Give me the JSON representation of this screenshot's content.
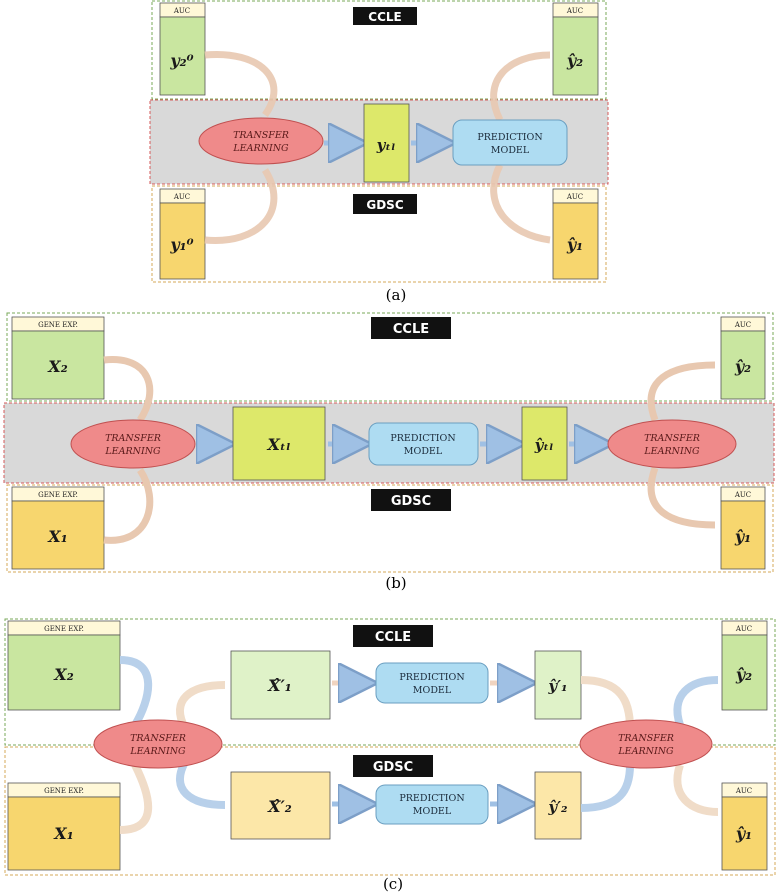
{
  "colors": {
    "green_box": "#c9e6a0",
    "green_light": "#dff2c8",
    "yellow_box": "#f7d66e",
    "yellow_light": "#fce7a8",
    "lime_box": "#dde86a",
    "band_gray": "#d9d9d9",
    "ellipse_red": "#ef8a8a",
    "pm_blue": "#aedcf2",
    "arrow_blue": "#9fc0e4",
    "tag_black": "#111111",
    "border_green": "#7aa85a",
    "border_orange": "#d6a85a",
    "border_red": "#d55a5a"
  },
  "labels": {
    "ccle": "CCLE",
    "gdsc": "GDSC",
    "auc": "AUC",
    "gene_exp": "GENE EXP.",
    "tl_line1": "TRANSFER",
    "tl_line2": "LEARNING",
    "pm_line1": "PREDICTION",
    "pm_line2": "MODEL"
  },
  "panel_a": {
    "caption": "(a)",
    "y2_0": "𝒚₂⁰",
    "y1_0": "𝒚₁⁰",
    "y_tl": "𝒚ₜₗ",
    "y2_hat": "ŷ₂",
    "y1_hat": "ŷ₁"
  },
  "panel_b": {
    "caption": "(b)",
    "x2": "𝑿₂",
    "x1": "𝑿₁",
    "x_tl": "𝑿ₜₗ",
    "y_tl_hat": "ŷₜₗ",
    "y2_hat": "ŷ₂",
    "y1_hat": "ŷ₁"
  },
  "panel_c": {
    "caption": "(c)",
    "x2": "𝑿₂",
    "x1": "𝑿₁",
    "x1_hat": "𝑿̂′₁",
    "x2_hat": "𝑿̂′₂",
    "y1_p": "ŷ′₁",
    "y2_p": "ŷ′₂",
    "y2_hat": "ŷ₂",
    "y1_hat": "ŷ₁"
  }
}
